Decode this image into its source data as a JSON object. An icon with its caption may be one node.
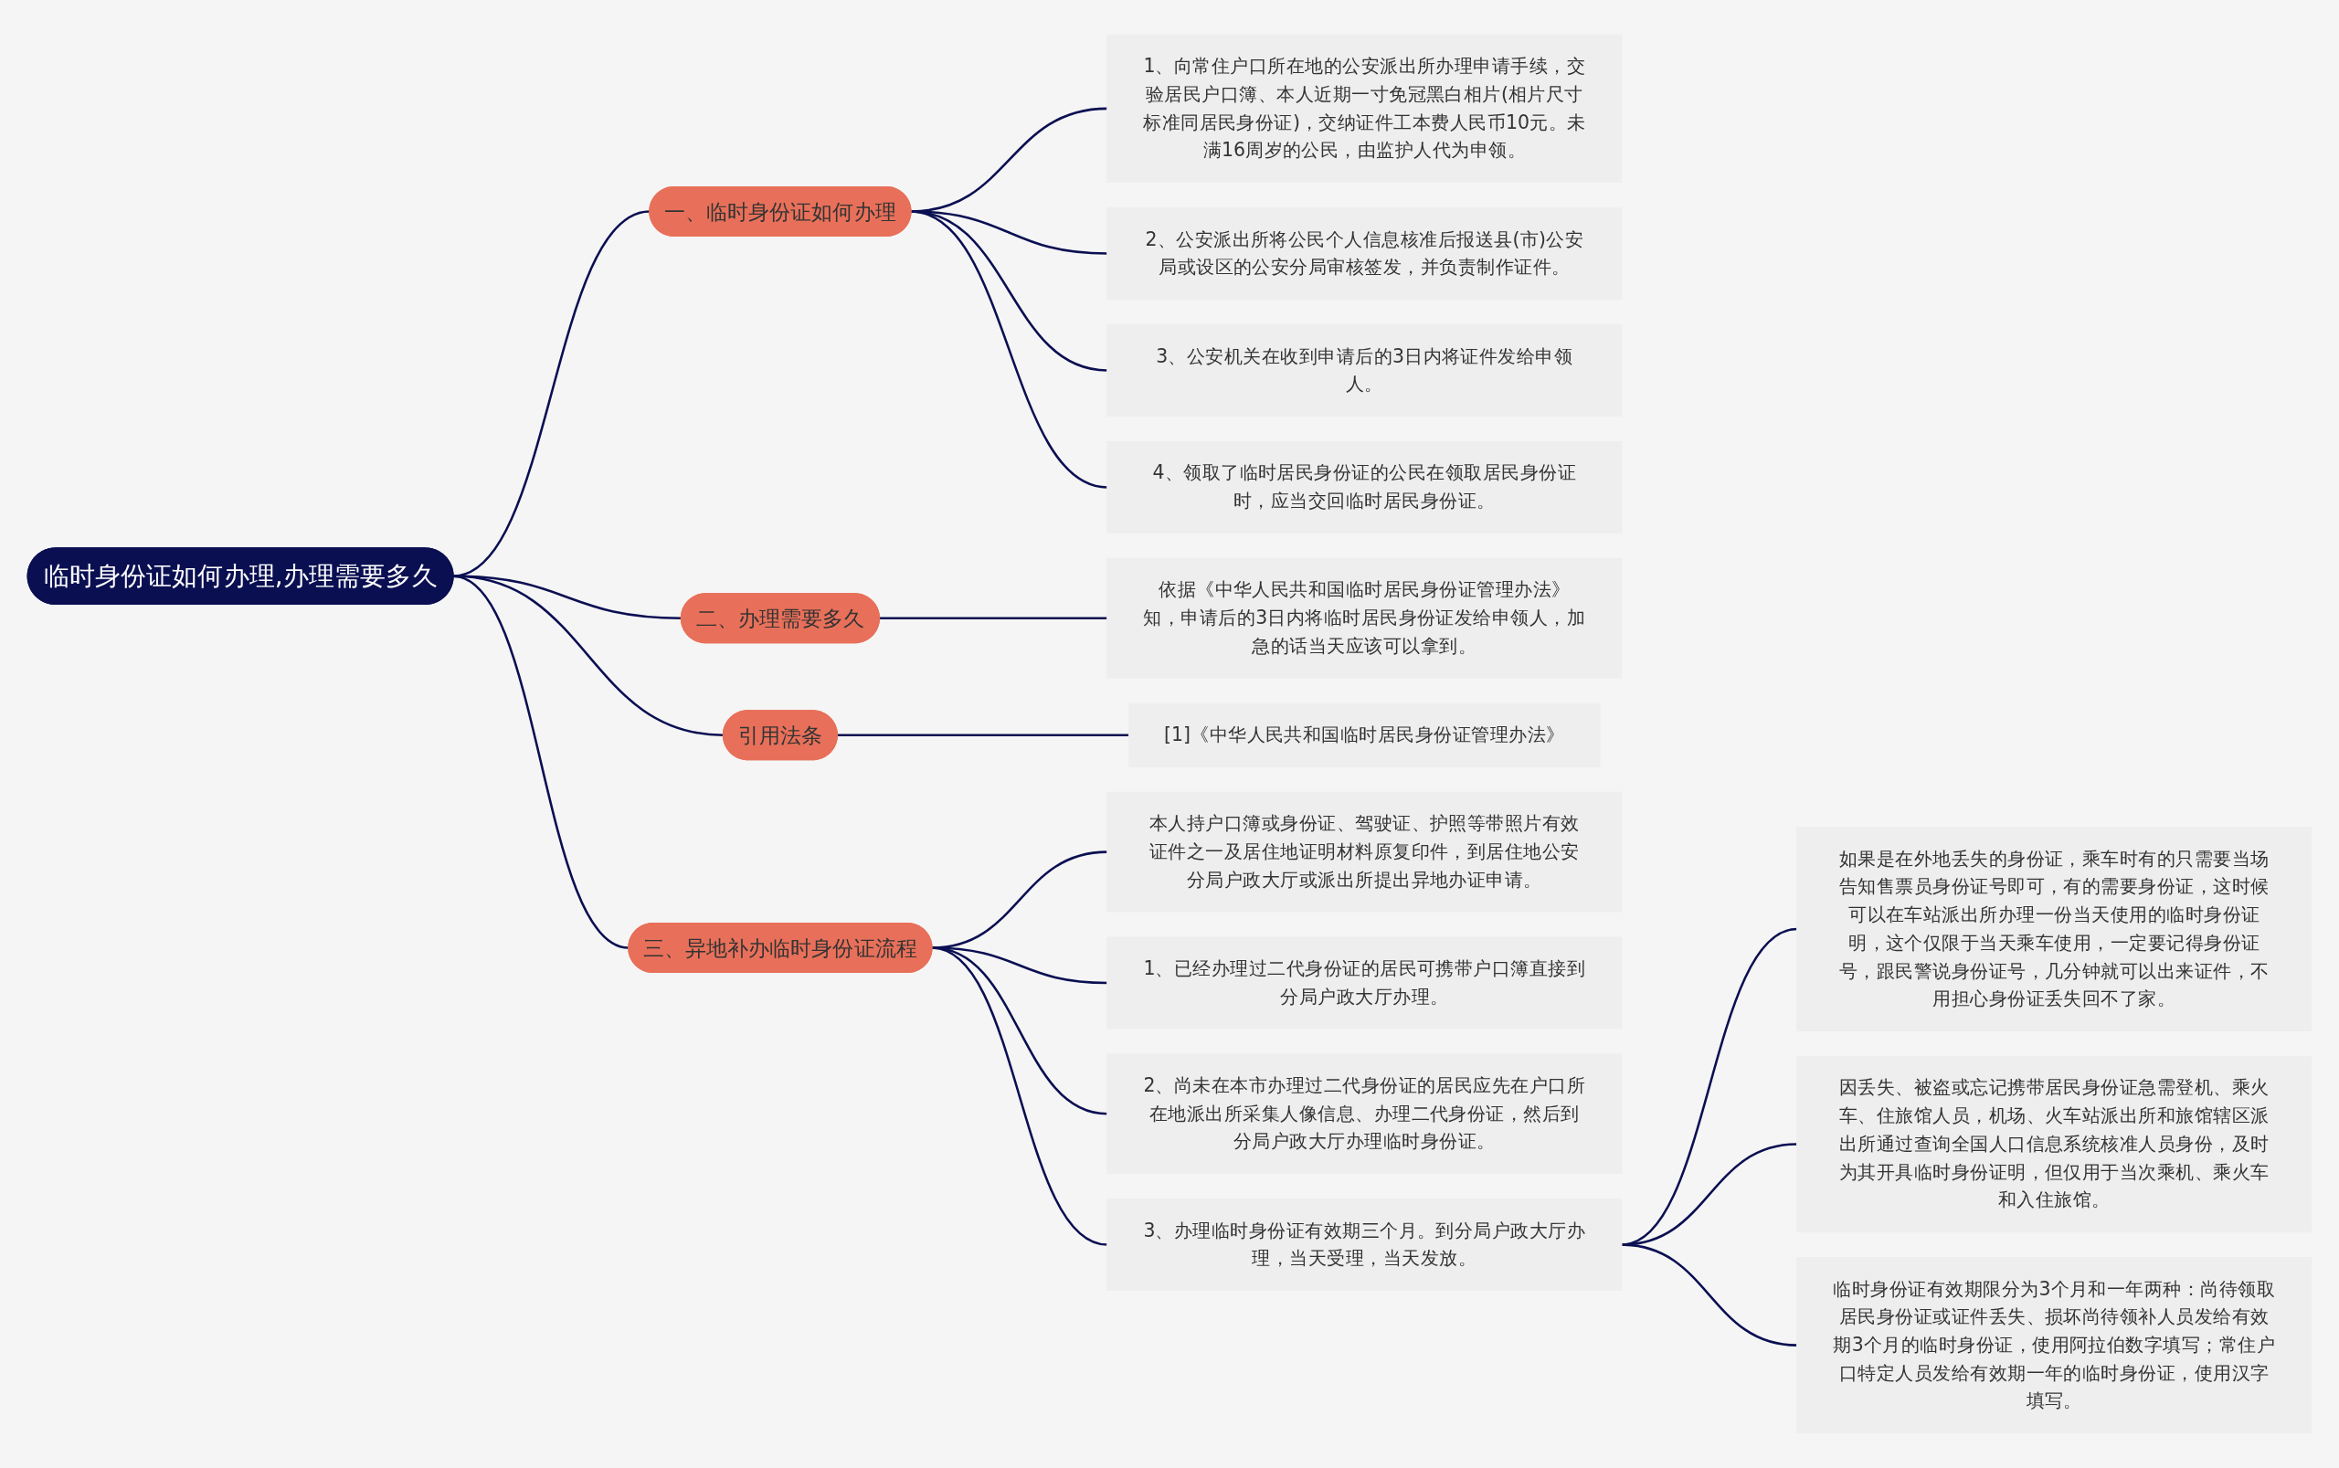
{
  "diagram": {
    "nodes": [
      {
        "text": [
          "临时身份证如何办理,办理需要多久"
        ]
      },
      {
        "text": [
          "一、临时身份证如何办理"
        ]
      },
      {
        "text": [
          "1、向常住户口所在地的公安派出所办理申请手续，交验居民户口簿、本人近期一寸免冠黑白相片(相片尺寸标准同居民身份证)，交纳证件工本费人民币10元。未满16周岁的公民，由监护人代为申领。"
        ]
      },
      {
        "text": [
          "2、公安派出所将公民个人信息核准后报送县(市)公安局或设区的公安分局审核签发，并负责制作证件。"
        ]
      },
      {
        "text": [
          "3、公安机关在收到申请后的3日内将证件发给申领人。"
        ]
      },
      {
        "text": [
          "4、领取了临时居民身份证的公民在领取居民身份证时，应当交回临时居民身份证。"
        ]
      },
      {
        "text": [
          "二、办理需要多久"
        ]
      },
      {
        "text": [
          "依据《中华人民共和国临时居民身份证管理办法》知，申请后的3日内将临时居民身份证发给申领人，加急的话当天应该可以拿到。"
        ]
      },
      {
        "text": [
          "引用法条"
        ]
      },
      {
        "text": [
          "[1]《中华人民共和国临时居民身份证管理办法》"
        ]
      },
      {
        "text": [
          "三、异地补办临时身份证流程"
        ]
      },
      {
        "text": [
          "本人持户口簿或身份证、驾驶证、护照等带照片有效证件之一及居住地证明材料原复印件，到居住地公安分局户政大厅或派出所提出异地办证申请。"
        ]
      },
      {
        "text": [
          "1、已经办理过二代身份证的居民可携带户口簿直接到分局户政大厅办理。"
        ]
      },
      {
        "text": [
          "2、尚未在本市办理过二代身份证的居民应先在户口所在地派出所采集人像信息、办理二代身份证，然后到分局户政大厅办理临时身份证。"
        ]
      },
      {
        "text": [
          "3、办理临时身份证有效期三个月。到分局户政大厅办理，当天受理，当天发放。"
        ]
      },
      {
        "text": [
          "如果是在外地丢失的身份证，乘车时有的只需要当场告知售票员身份证号即可，有的需要身份证，这时候可以在车站派出所办理一份当天使用的临时身份证明，这个仅限于当天乘车使用，一定要记得身份证号，跟民警说身份证号，几分钟就可以出来证件，不用担心身份证丢失回不了家。"
        ]
      },
      {
        "text": [
          "因丢失、被盗或忘记携带居民身份证急需登机、乘火车、住旅馆人员，机场、火车站派出所和旅馆辖区派出所通过查询全国人口信息系统核准人员身份，及时为其开具临时身份证明，但仅用于当次乘机、乘火车和入住旅馆。"
        ]
      },
      {
        "text": [
          "临时身份证有效期限分为3个月和一年两种：尚待领取居民身份证或证件丢失、损坏尚待领补人员发给有效期3个月的临时身份证，使用阿拉伯数字填写；常住户口特定人员发给有效期一年的临时身份证，使用汉字填写。"
        ]
      }
    ],
    "edges": [
      {
        "from": 0,
        "to": 1,
        "arrow": "none"
      },
      {
        "from": 1,
        "to": 2,
        "arrow": "none"
      },
      {
        "from": 1,
        "to": 3,
        "arrow": "none"
      },
      {
        "from": 1,
        "to": 4,
        "arrow": "none"
      },
      {
        "from": 1,
        "to": 5,
        "arrow": "none"
      },
      {
        "from": 0,
        "to": 6,
        "arrow": "none"
      },
      {
        "from": 6,
        "to": 7,
        "arrow": "none"
      },
      {
        "from": 0,
        "to": 8,
        "arrow": "none"
      },
      {
        "from": 8,
        "to": 9,
        "arrow": "none"
      },
      {
        "from": 0,
        "to": 10,
        "arrow": "none"
      },
      {
        "from": 10,
        "to": 11,
        "arrow": "none"
      },
      {
        "from": 10,
        "to": 12,
        "arrow": "none"
      },
      {
        "from": 10,
        "to": 13,
        "arrow": "none"
      },
      {
        "from": 10,
        "to": 14,
        "arrow": "none"
      },
      {
        "from": 14,
        "to": 15,
        "arrow": "none"
      },
      {
        "from": 14,
        "to": 16,
        "arrow": "none"
      },
      {
        "from": 14,
        "to": 17,
        "arrow": "none"
      }
    ]
  }
}
